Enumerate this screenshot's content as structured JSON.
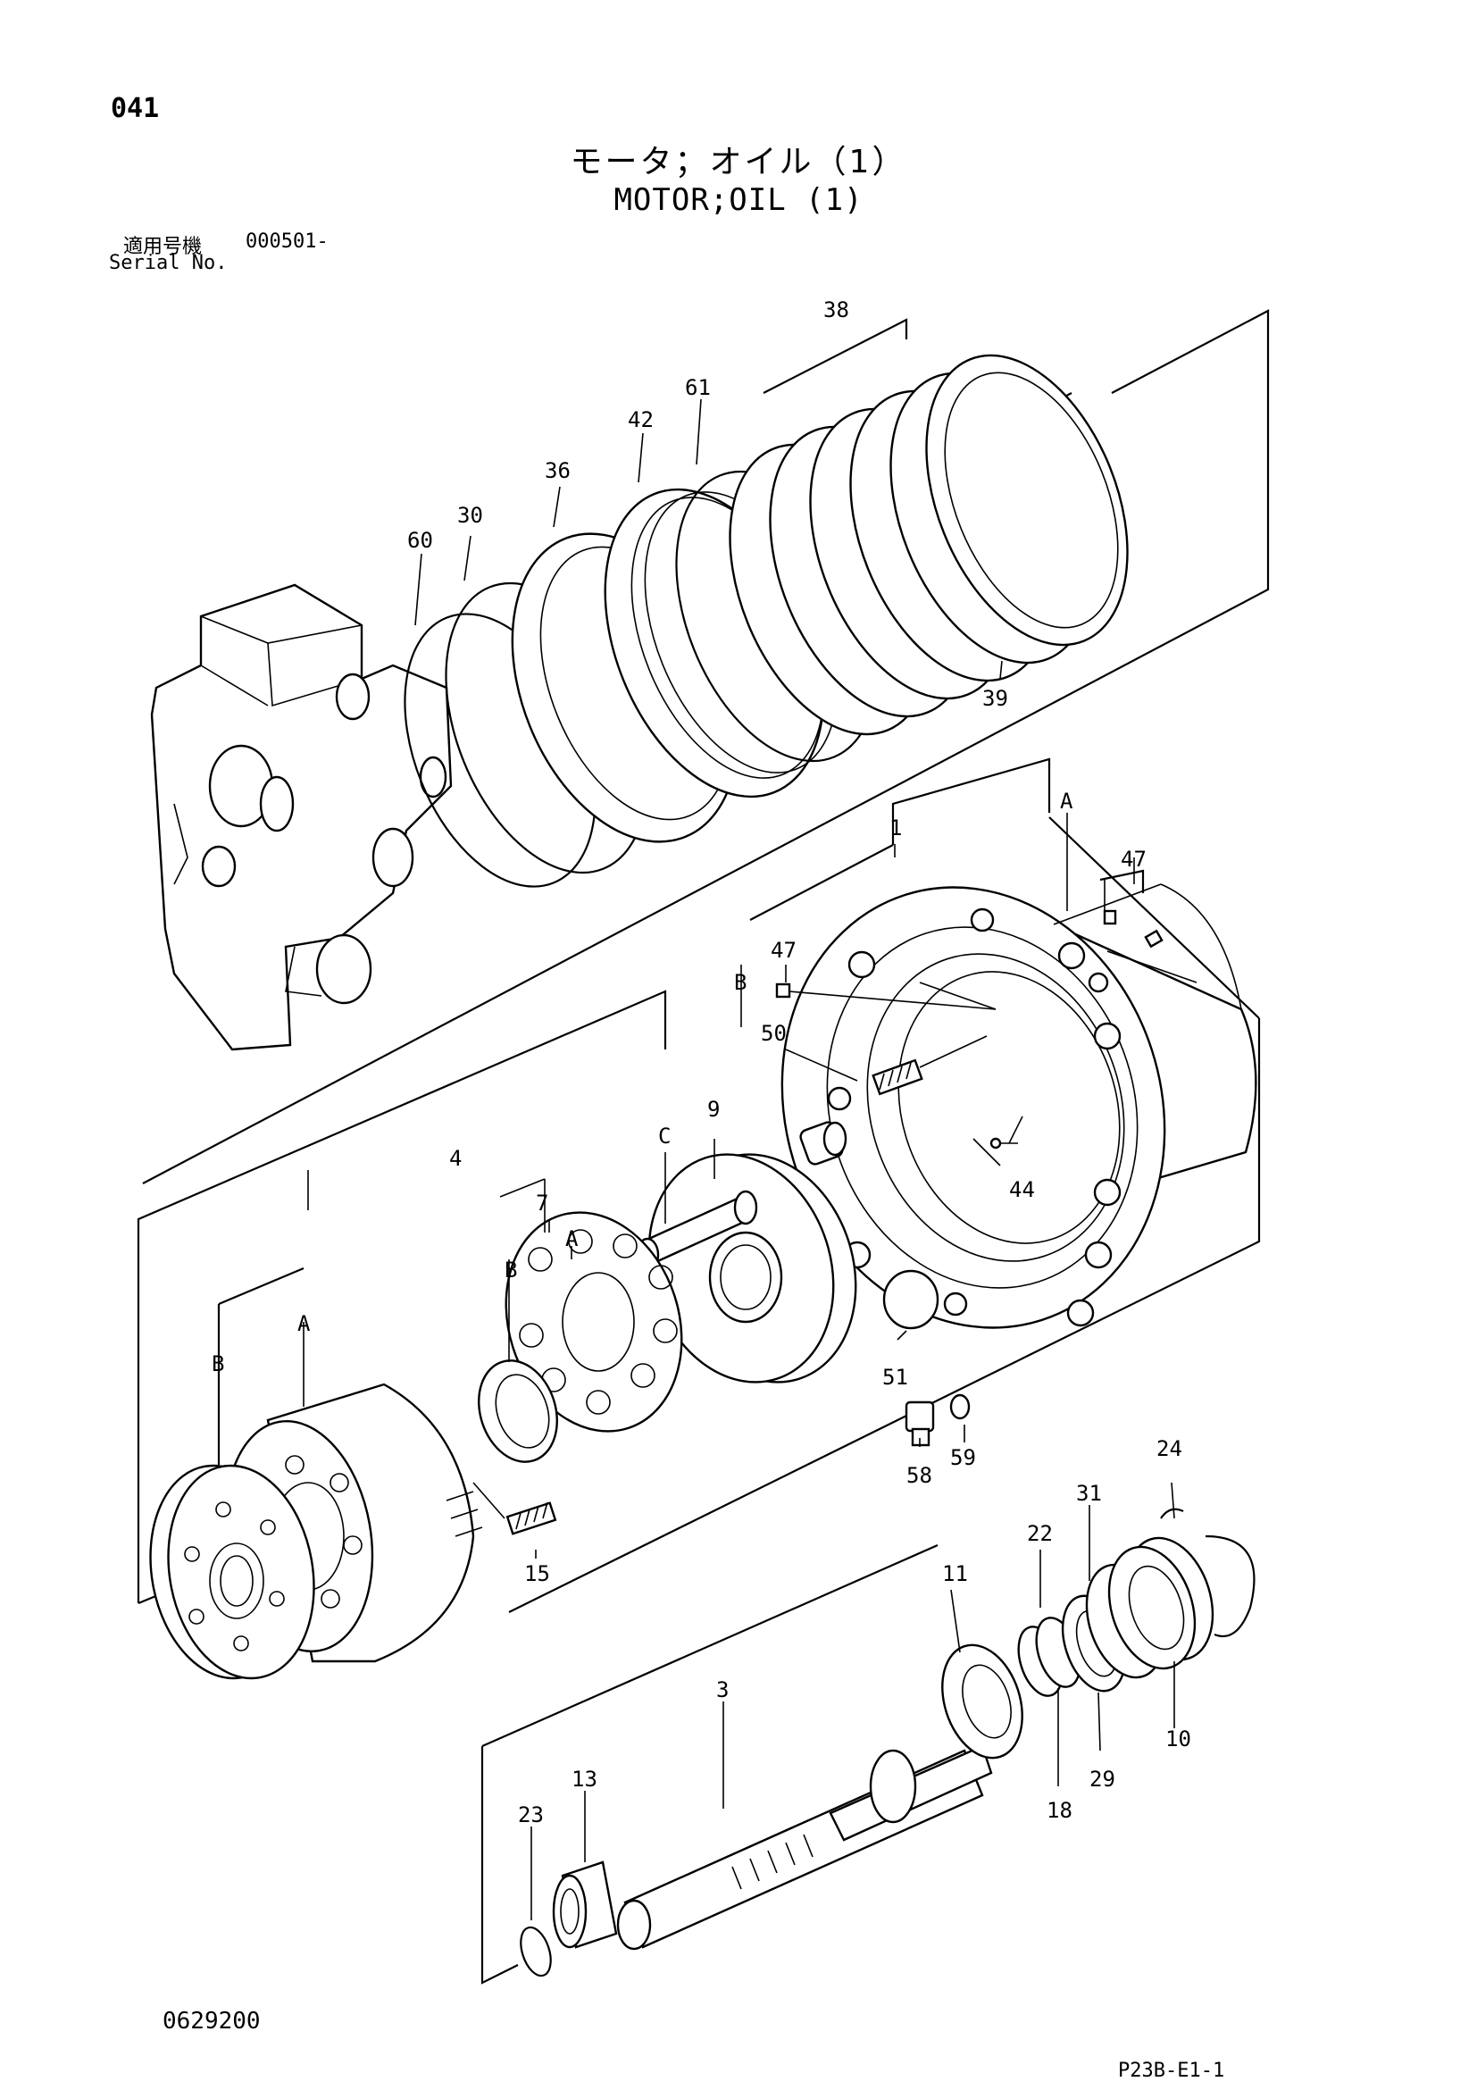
{
  "page": {
    "number": "041",
    "title_jp": "モータ；オイル（1）",
    "title_en": "MOTOR;OIL (1)",
    "serial_label_jp": "適用号機",
    "serial_code": "000501-",
    "serial_label_en": "Serial No.",
    "footer_code": "0629200",
    "footer_ref": "P23B-E1-1"
  },
  "callouts": {
    "c38": "38",
    "c61": "61",
    "c42": "42",
    "c36": "36",
    "c30": "30",
    "c60": "60",
    "c39": "39",
    "c1": "1",
    "cA_top": "A",
    "c47a": "47",
    "c47b": "47",
    "cB_top": "B",
    "c50": "50",
    "c44": "44",
    "c9": "9",
    "cC": "C",
    "c4": "4",
    "c7": "7",
    "cB_7": "B",
    "cA_7": "A",
    "cA_4": "A",
    "cB_4": "B",
    "c51": "51",
    "c58": "58",
    "c59": "59",
    "c15": "15",
    "c24": "24",
    "c31": "31",
    "c22": "22",
    "c11": "11",
    "c10": "10",
    "c29": "29",
    "c18": "18",
    "c3": "3",
    "c13": "13",
    "c23": "23"
  }
}
